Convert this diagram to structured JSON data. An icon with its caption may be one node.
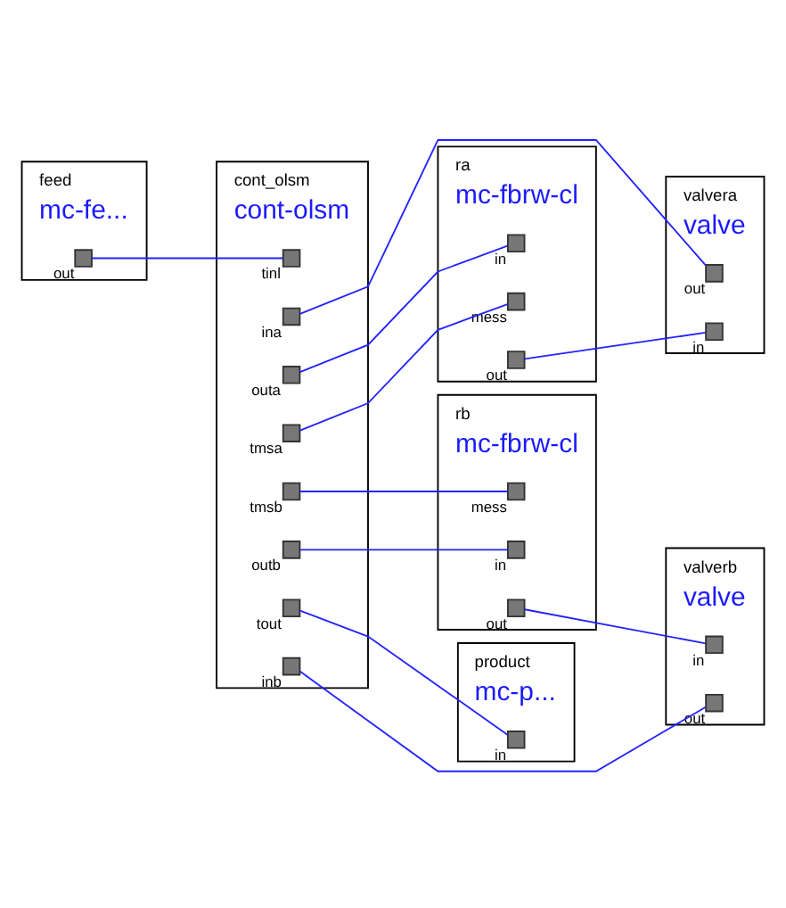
{
  "diagram": {
    "nodes": [
      {
        "text": [
          "feed",
          "mc-fe..."
        ]
      },
      {
        "text": [],
        "shape": "box",
        "beside": [
          "out"
        ],
        "in": 0
      },
      {
        "text": [
          "ra",
          "mc-fbrw-cl"
        ]
      },
      {
        "text": [],
        "shape": "box",
        "beside": [
          "in"
        ],
        "in": 2
      },
      {
        "text": [],
        "shape": "box",
        "beside": [
          "mess"
        ],
        "in": 2
      },
      {
        "text": [],
        "shape": "box",
        "beside": [
          "out"
        ],
        "in": 2
      },
      {
        "text": [
          "valvera",
          "valve"
        ]
      },
      {
        "text": [],
        "shape": "box",
        "beside": [
          "in"
        ],
        "in": 6
      },
      {
        "text": [],
        "shape": "box",
        "beside": [
          "out"
        ],
        "in": 6
      },
      {
        "text": [
          "cont_olsm",
          "cont-olsm"
        ]
      },
      {
        "text": [],
        "shape": "box",
        "beside": [
          "tinl"
        ],
        "in": 9
      },
      {
        "text": [],
        "shape": "box",
        "beside": [
          "tmsa"
        ],
        "in": 9
      },
      {
        "text": [],
        "shape": "box",
        "beside": [
          "tmsb"
        ],
        "in": 9
      },
      {
        "text": [],
        "shape": "box",
        "beside": [
          "outa"
        ],
        "in": 9
      },
      {
        "text": [],
        "shape": "box",
        "beside": [
          "ina"
        ],
        "in": 9
      },
      {
        "text": [],
        "shape": "box",
        "beside": [
          "outb"
        ],
        "in": 9
      },
      {
        "text": [],
        "shape": "box",
        "beside": [
          "tout"
        ],
        "in": 9
      },
      {
        "text": [],
        "shape": "box",
        "beside": [
          "inb"
        ],
        "in": 9
      },
      {
        "text": [
          "rb",
          "mc-fbrw-cl"
        ]
      },
      {
        "text": [],
        "shape": "box",
        "beside": [
          "in"
        ],
        "in": 18
      },
      {
        "text": [],
        "shape": "box",
        "beside": [
          "mess"
        ],
        "in": 18
      },
      {
        "text": [],
        "shape": "box",
        "beside": [
          "out"
        ],
        "in": 18
      },
      {
        "text": [
          "valverb",
          "valve"
        ]
      },
      {
        "text": [],
        "shape": "box",
        "beside": [
          "in"
        ],
        "in": 22
      },
      {
        "text": [],
        "shape": "box",
        "beside": [
          "out"
        ],
        "in": 22
      },
      {
        "text": [
          "product",
          "mc-p..."
        ]
      },
      {
        "text": [],
        "shape": "box",
        "beside": [
          "in"
        ],
        "in": 25
      }
    ],
    "edges": [
      {
        "from": 1,
        "to": 10,
        "arrow": "none"
      },
      {
        "from": 11,
        "to": 4,
        "arrow": "none"
      },
      {
        "from": 12,
        "to": 20,
        "arrow": "none"
      },
      {
        "from": 13,
        "to": 3,
        "arrow": "none"
      },
      {
        "from": 5,
        "to": 7,
        "arrow": "none"
      },
      {
        "from": 8,
        "to": 14,
        "arrow": "none"
      },
      {
        "from": 15,
        "to": 19,
        "arrow": "none"
      },
      {
        "from": 21,
        "to": 23,
        "arrow": "none"
      },
      {
        "from": 24,
        "to": 17,
        "arrow": "none"
      },
      {
        "from": 16,
        "to": 26,
        "arrow": "none"
      }
    ]
  }
}
